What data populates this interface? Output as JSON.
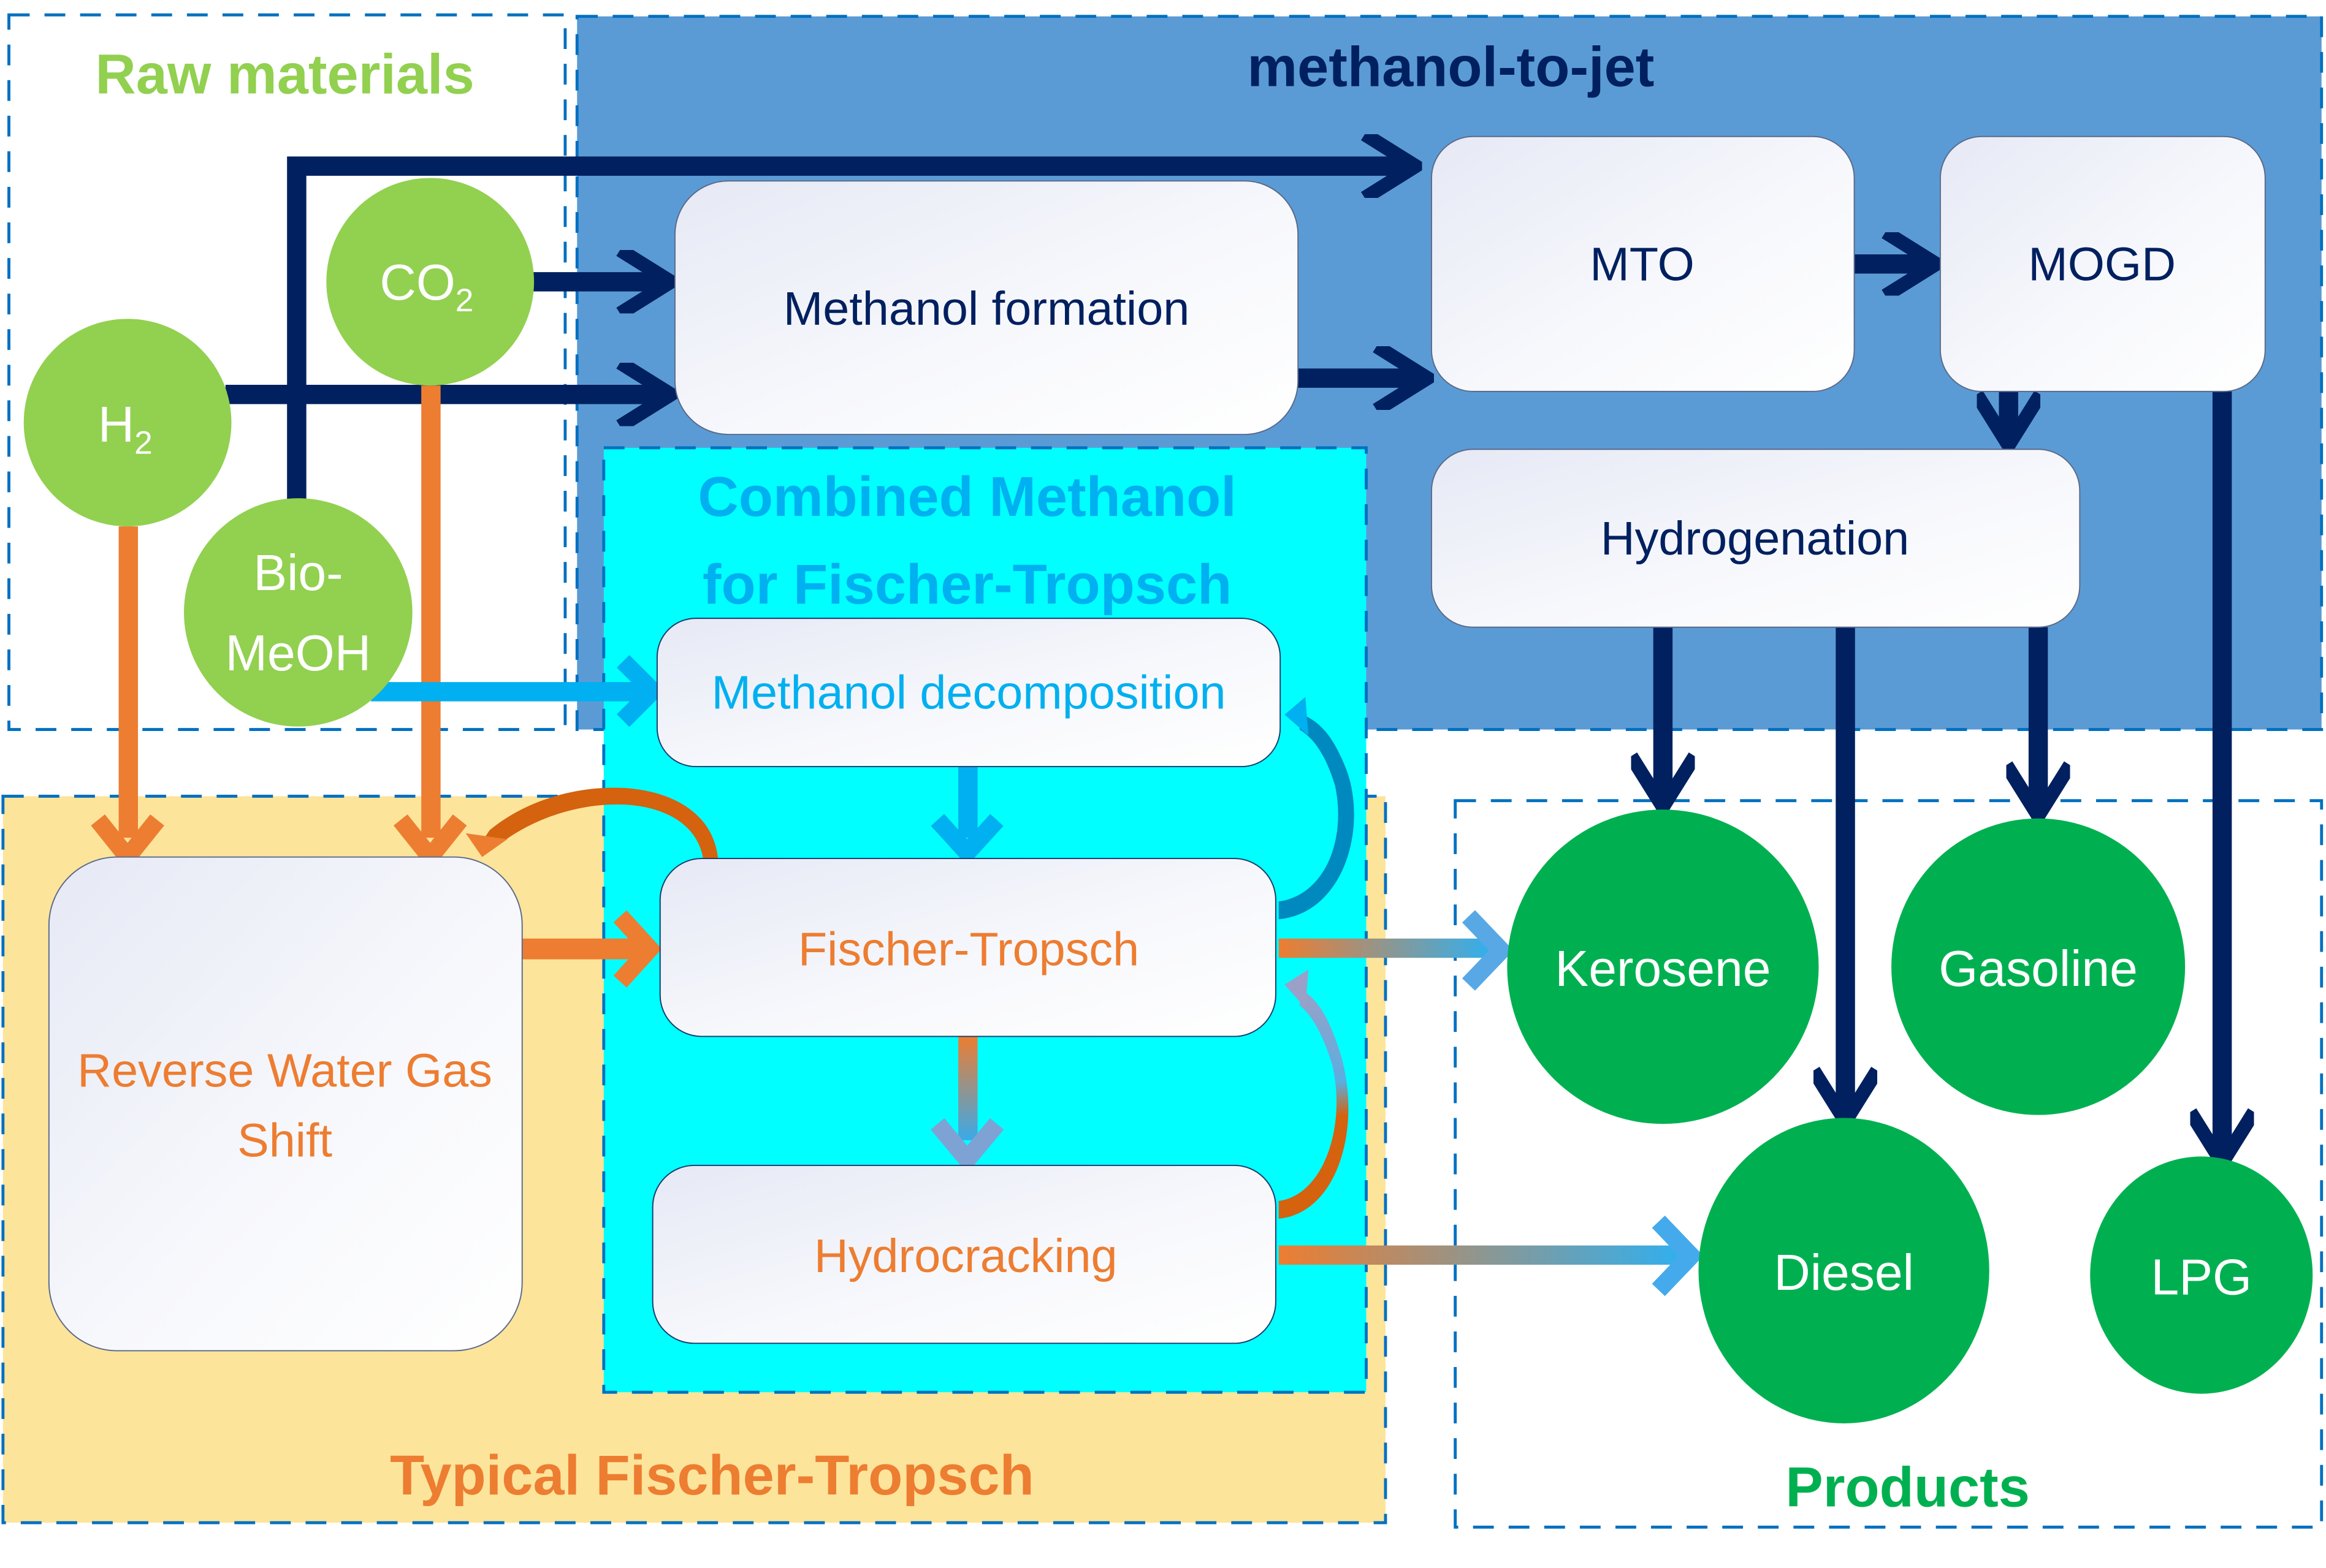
{
  "regions": {
    "raw_materials": {
      "title": "Raw materials",
      "color": "#92d050"
    },
    "methanol_to_jet": {
      "title": "methanol-to-jet",
      "color": "#002060",
      "fill": "#5b9bd5"
    },
    "combined": {
      "title_line1": "Combined Methanol",
      "title_line2": "for Fischer-Tropsch",
      "color": "#00b0f0",
      "fill": "#00ffff"
    },
    "typical_ft": {
      "title": "Typical Fischer-Tropsch",
      "color": "#ed7d31",
      "fill": "#fde49b"
    },
    "products": {
      "title": "Products",
      "color": "#00b050"
    }
  },
  "raw_materials": {
    "h2": {
      "label": "H",
      "sub": "2"
    },
    "co2": {
      "label": "CO",
      "sub": "2"
    },
    "bio_meoh": {
      "line1": "Bio-",
      "line2": "MeOH"
    }
  },
  "processes": {
    "methanol_formation": "Methanol formation",
    "mto": "MTO",
    "mogd": "MOGD",
    "hydrogenation": "Hydrogenation",
    "methanol_decomposition": "Methanol decomposition",
    "fischer_tropsch": "Fischer-Tropsch",
    "hydrocracking": "Hydrocracking",
    "rwgs_line1": "Reverse Water Gas",
    "rwgs_line2": "Shift"
  },
  "products": {
    "kerosene": "Kerosene",
    "gasoline": "Gasoline",
    "diesel": "Diesel",
    "lpg": "LPG"
  },
  "colors": {
    "navy_arrow": "#002060",
    "orange_arrow": "#ed7d31",
    "cyan_arrow": "#00b0f0",
    "raw_circle": "#92d050",
    "product_circle": "#00b050",
    "dash_border": "#0070c0"
  }
}
